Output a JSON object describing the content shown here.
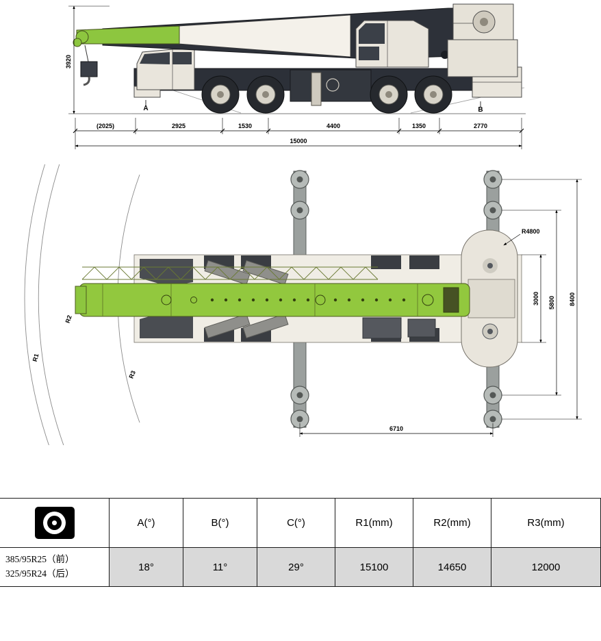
{
  "side_view": {
    "height_label": "3920",
    "chain": [
      "(2025)",
      "2925",
      "1530",
      "4400",
      "1350",
      "2770"
    ],
    "total_label": "15000",
    "angle_a": "A",
    "angle_b": "B"
  },
  "top_view": {
    "tail_radius_label": "R4800",
    "body_width_label": "3000",
    "mid_span_label": "5800",
    "outrigger_span_label": "8400",
    "outrigger_base_label": "6710",
    "radius_r1": "R1",
    "radius_r2": "R2",
    "radius_r3": "R3"
  },
  "spec_table": {
    "tire_icon_name": "tire-cross-section-icon",
    "col_headers": [
      "A(°)",
      "B(°)",
      "C(°)",
      "R1(mm)",
      "R2(mm)",
      "R3(mm)"
    ],
    "tire_front": "385/95R25（前）",
    "tire_rear": "325/95R24（后）",
    "values": [
      "18°",
      "11°",
      "29°",
      "15100",
      "14650",
      "12000"
    ]
  },
  "colors": {
    "boom_green": "#8dc63f",
    "chassis_dark": "#2c3038",
    "body_beige": "#e9e5dc",
    "table_row_gray": "#d9d9d9"
  }
}
